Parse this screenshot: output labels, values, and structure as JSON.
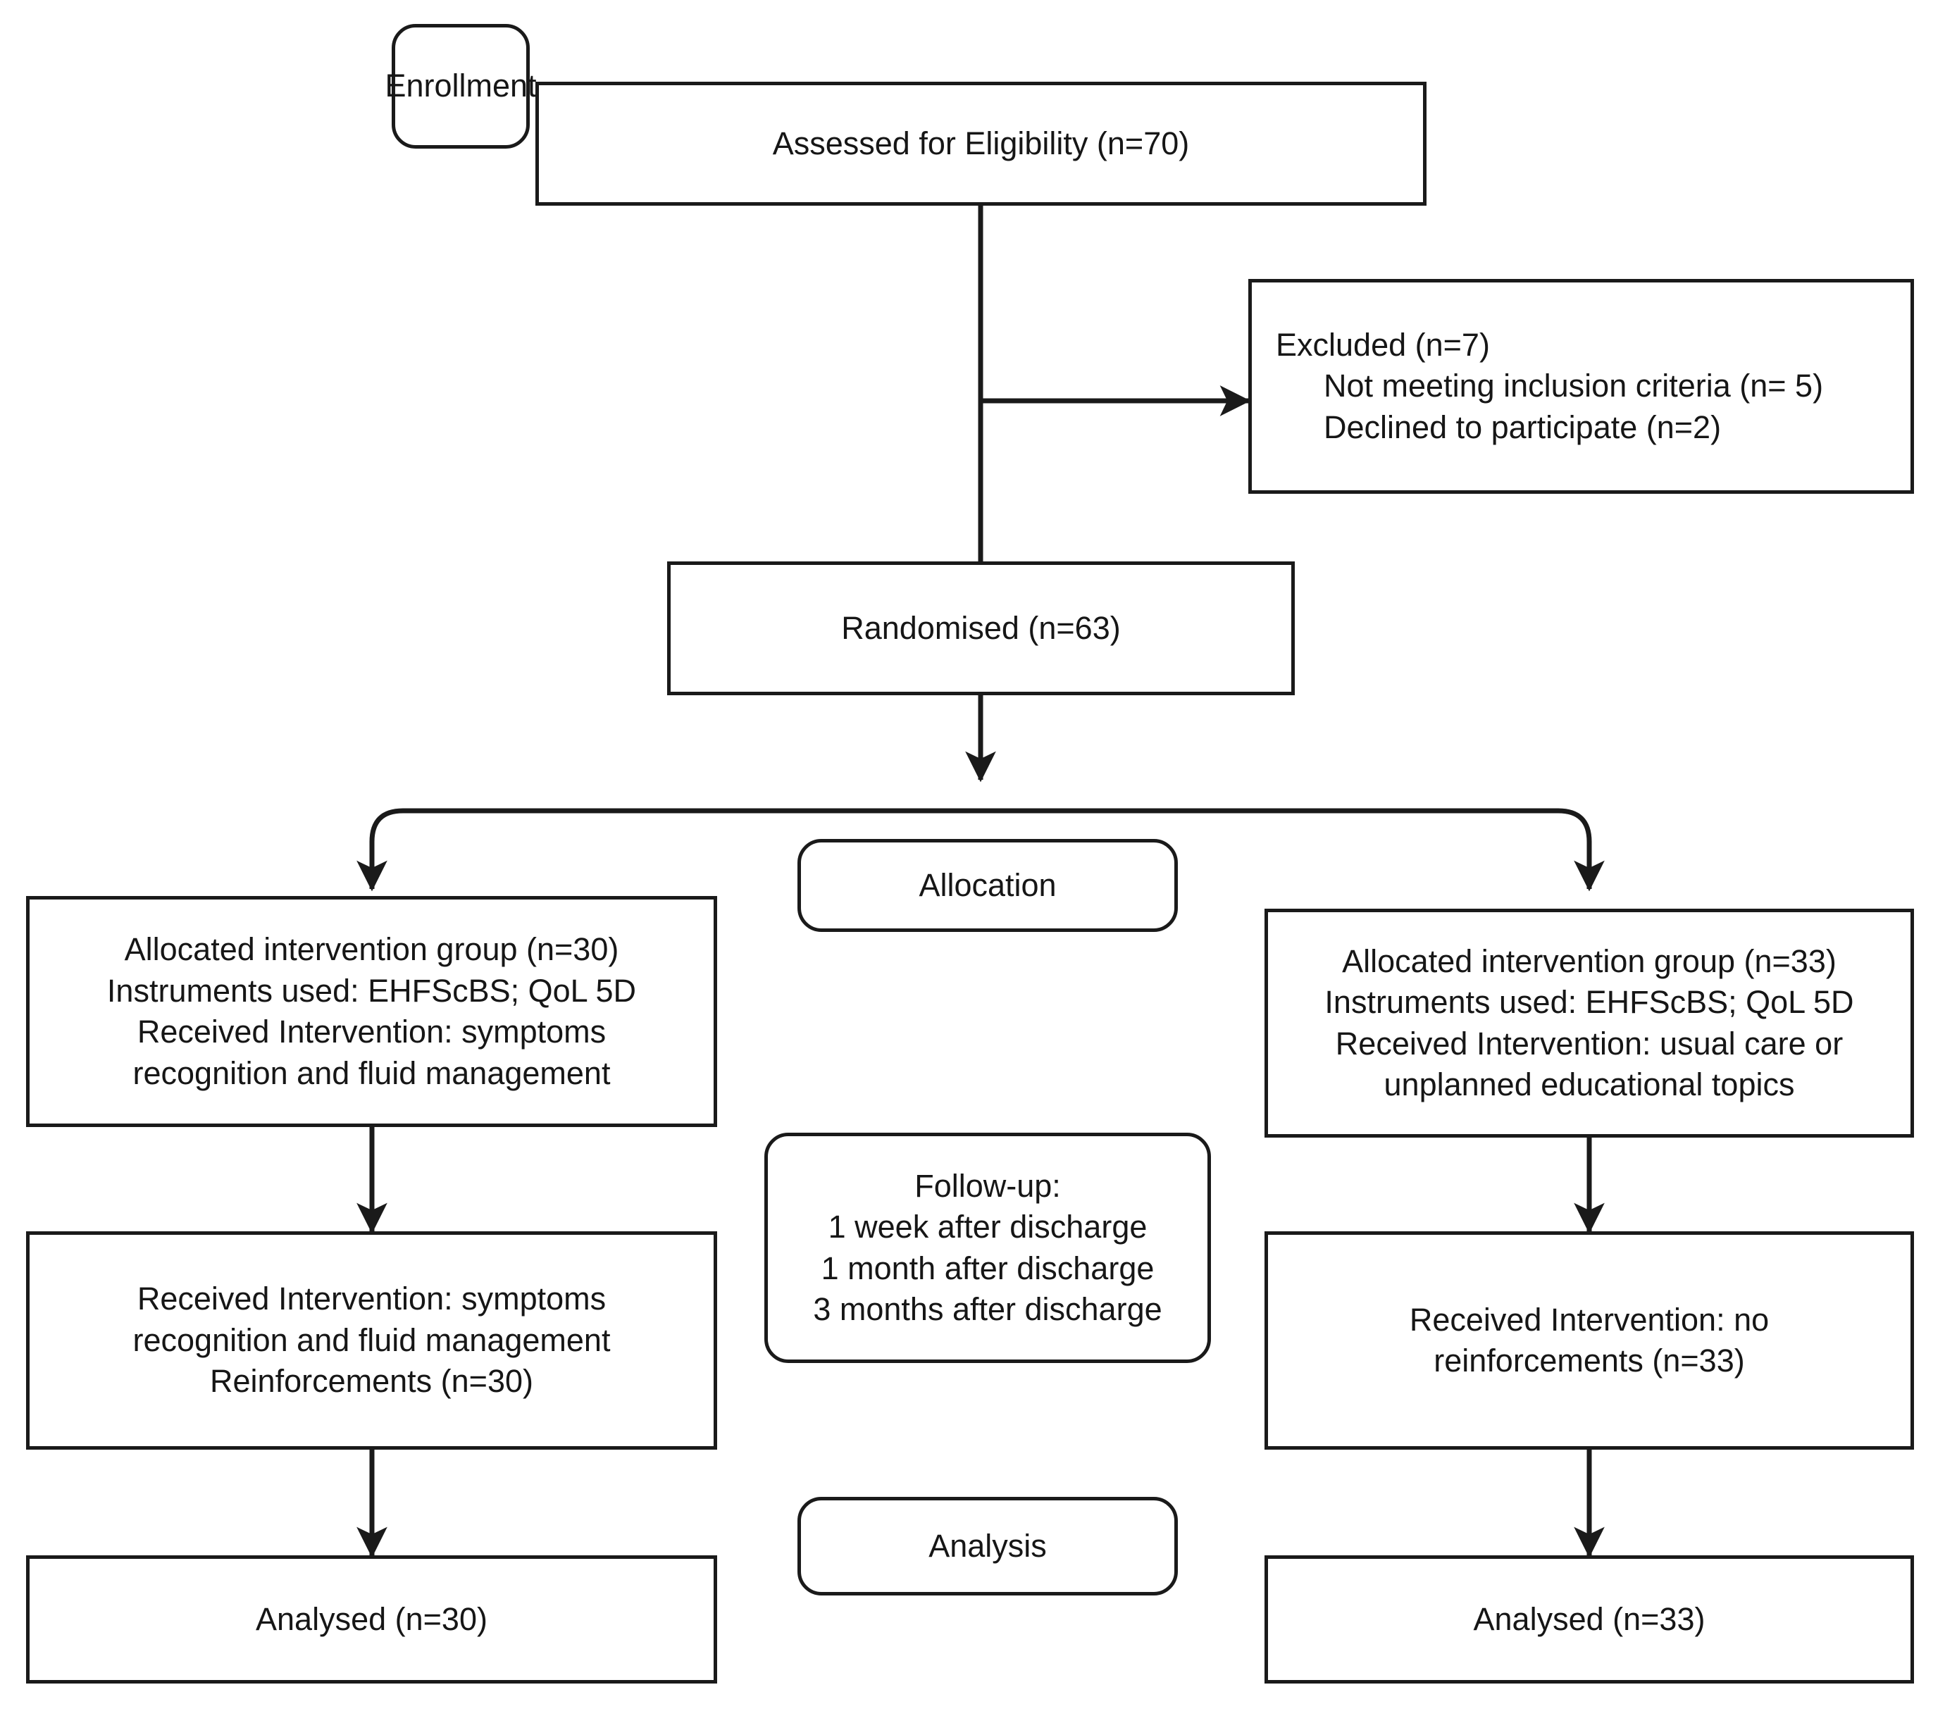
{
  "diagram": {
    "title": "CONSORT participant flow diagram",
    "stroke_color": "#1a1a1a",
    "text_color": "#161616",
    "background": "#ffffff"
  },
  "stage_labels": {
    "enrollment": "Enrollment",
    "allocation": "Allocation",
    "analysis": "Analysis"
  },
  "nodes": {
    "assessed": {
      "lines": [
        "Assessed for Eligibility (n=70)"
      ]
    },
    "excluded": {
      "lines": [
        "Excluded (n=7)",
        "Not meeting inclusion criteria (n= 5)",
        "Declined to participate (n=2)"
      ]
    },
    "randomised": {
      "lines": [
        "Randomised (n=63)"
      ]
    },
    "alloc_left": {
      "lines": [
        "Allocated intervention group (n=30)",
        "Instruments used: EHFScBS; QoL 5D",
        "Received Intervention: symptoms",
        "recognition and fluid management"
      ]
    },
    "alloc_right": {
      "lines": [
        "Allocated intervention group (n=33)",
        "Instruments used: EHFScBS; QoL 5D",
        "Received Intervention: usual care or",
        "unplanned educational topics"
      ]
    },
    "followup_center": {
      "lines": [
        "Follow-up:",
        "1 week after discharge",
        "1 month after discharge",
        "3 months after discharge"
      ]
    },
    "followup_left": {
      "lines": [
        "Received Intervention: symptoms",
        "recognition and fluid management",
        "Reinforcements (n=30)"
      ]
    },
    "followup_right": {
      "lines": [
        "Received Intervention: no",
        "reinforcements (n=33)"
      ]
    },
    "analysed_left": {
      "lines": [
        "Analysed (n=30)"
      ]
    },
    "analysed_right": {
      "lines": [
        "Analysed (n=33)"
      ]
    }
  },
  "connectors": [
    {
      "name": "assessed-to-randomised",
      "type": "vertical-line"
    },
    {
      "name": "assessed-to-excluded",
      "type": "horizontal-arrow"
    },
    {
      "name": "randomised-to-split",
      "type": "vertical-arrow"
    },
    {
      "name": "split-bracket",
      "type": "bracket-down-two-arrows"
    },
    {
      "name": "alloc-left-to-followup-left",
      "type": "vertical-arrow"
    },
    {
      "name": "alloc-right-to-followup-right",
      "type": "vertical-arrow"
    },
    {
      "name": "followup-left-to-analysed-left",
      "type": "vertical-arrow"
    },
    {
      "name": "followup-right-to-analysed-right",
      "type": "vertical-arrow"
    }
  ]
}
